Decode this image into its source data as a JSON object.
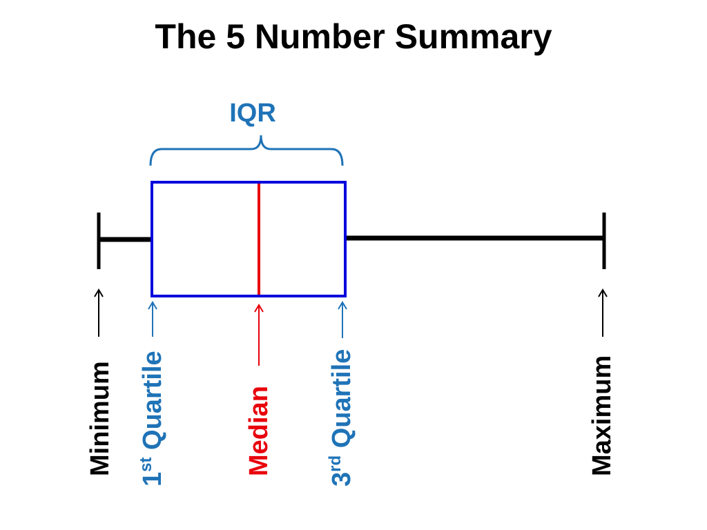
{
  "slide": {
    "title": "The 5 Number Summary"
  },
  "labels": {
    "iqr": "IQR",
    "minimum": "Minimum",
    "first_quartile_num": "1",
    "first_quartile_sup": "st",
    "first_quartile_word": " Quartile",
    "median": "Median",
    "third_quartile_num": "3",
    "third_quartile_sup": "rd",
    "third_quartile_word": " Quartile",
    "maximum": "Maximum"
  },
  "colors": {
    "quartile_blue": "#1f73b7",
    "box_blue": "#0000dd",
    "median_red": "#e8000b",
    "black": "#000000"
  }
}
